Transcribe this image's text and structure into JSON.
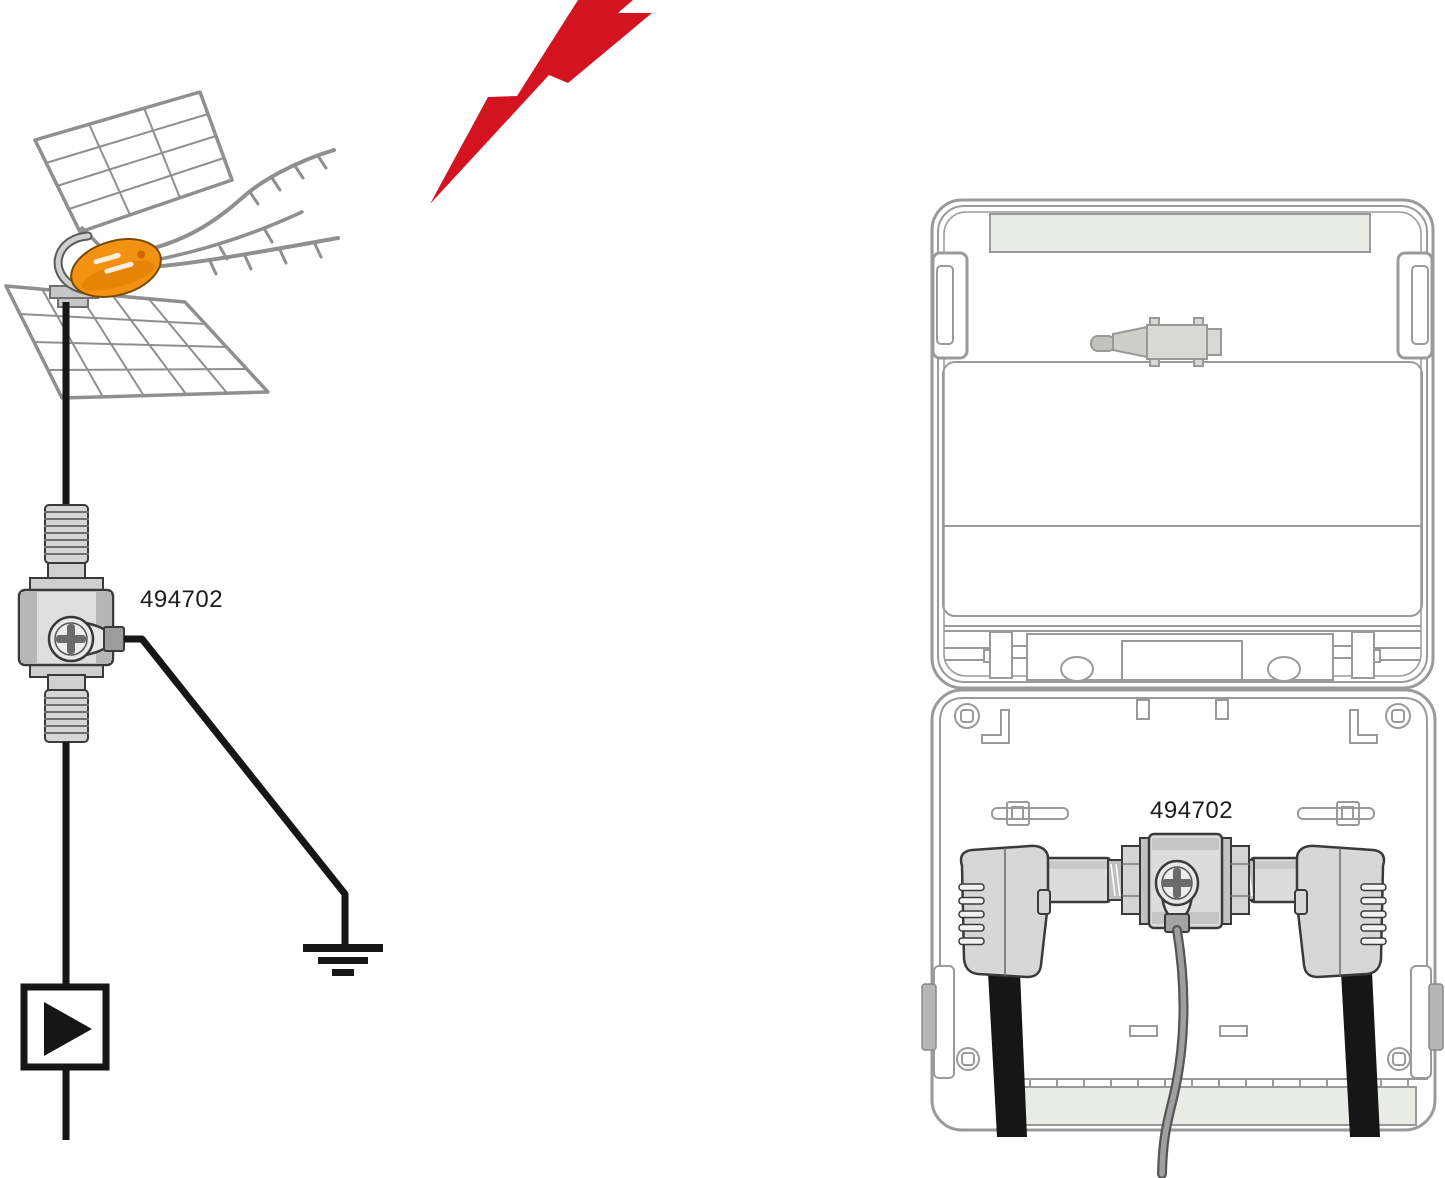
{
  "labels": {
    "left_device": "494702",
    "right_device": "494702"
  },
  "colors": {
    "lightning_red": "#d31420",
    "antenna_orange": "#f39212",
    "enclosure_gray": "#9a9a9a",
    "device_outline": "#3a3a3a",
    "cable_black": "#161616",
    "ground_wire_gray": "#9f9f9f"
  },
  "icons": [
    {
      "name": "lightning-bolt-icon",
      "meaning": "lightning surge"
    },
    {
      "name": "ground-symbol-icon",
      "meaning": "earth ground"
    },
    {
      "name": "amplifier-icon",
      "meaning": "amplifier"
    },
    {
      "name": "earth-terminal-screw-icon",
      "meaning": "earth terminal screw"
    }
  ]
}
